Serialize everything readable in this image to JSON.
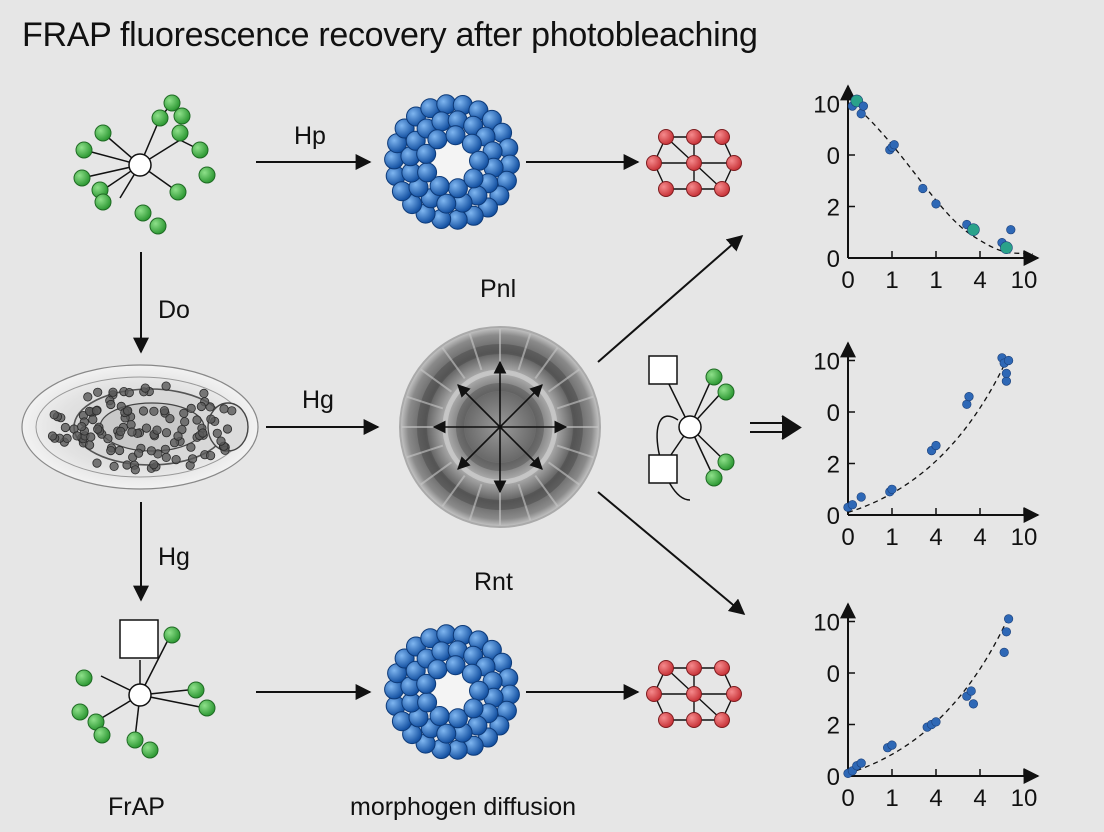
{
  "title": "FRAP fluorescence recovery after photobleaching",
  "labels": {
    "top_arrow": "Hp",
    "left_top_arrow": "Do",
    "mid_arrow": "Hg",
    "left_bottom_arrow": "Hg",
    "pnl": "Pnl",
    "rnt": "Rnt",
    "frap": "FrAP",
    "morphogen": "morphogen diffusion"
  },
  "colors": {
    "green_node": "#3cb043",
    "blue_node": "#1f6fc5",
    "red_node": "#e0474c",
    "background": "#e6e6e6"
  },
  "chart_data": [
    {
      "type": "scatter",
      "title": "",
      "x_tick_labels": [
        "0",
        "1",
        "1",
        "4",
        "10"
      ],
      "y_tick_labels": [
        "0",
        "2",
        "0",
        "10"
      ],
      "trend": "decreasing",
      "points_x": [
        0.1,
        0.2,
        0.3,
        0.35,
        0.95,
        1.0,
        1.05,
        1.7,
        2.0,
        2.7,
        2.85,
        3.5,
        3.6,
        3.7
      ],
      "points_y": [
        2.95,
        3.05,
        2.8,
        2.95,
        2.1,
        2.15,
        2.2,
        1.35,
        1.05,
        0.65,
        0.55,
        0.3,
        0.2,
        0.55
      ]
    },
    {
      "type": "scatter",
      "title": "",
      "x_tick_labels": [
        "0",
        "1",
        "4",
        "4",
        "10"
      ],
      "y_tick_labels": [
        "0",
        "2",
        "0",
        "10"
      ],
      "trend": "increasing",
      "points_x": [
        0.0,
        0.1,
        0.3,
        0.95,
        1.0,
        1.9,
        2.0,
        2.7,
        2.75,
        3.5,
        3.55,
        3.6,
        3.6,
        3.65
      ],
      "points_y": [
        0.15,
        0.2,
        0.35,
        0.45,
        0.5,
        1.25,
        1.35,
        2.15,
        2.3,
        3.05,
        2.95,
        2.6,
        2.75,
        3.0
      ]
    },
    {
      "type": "scatter",
      "title": "",
      "x_tick_labels": [
        "0",
        "1",
        "4",
        "4",
        "10"
      ],
      "y_tick_labels": [
        "0",
        "2",
        "0",
        "10"
      ],
      "trend": "increasing",
      "points_x": [
        0.0,
        0.1,
        0.2,
        0.3,
        0.9,
        1.0,
        1.8,
        1.9,
        2.0,
        2.7,
        2.8,
        2.85,
        3.55,
        3.6,
        3.65
      ],
      "points_y": [
        0.05,
        0.1,
        0.2,
        0.25,
        0.55,
        0.6,
        0.95,
        1.0,
        1.05,
        1.55,
        1.65,
        1.4,
        2.4,
        2.8,
        3.05
      ]
    }
  ]
}
